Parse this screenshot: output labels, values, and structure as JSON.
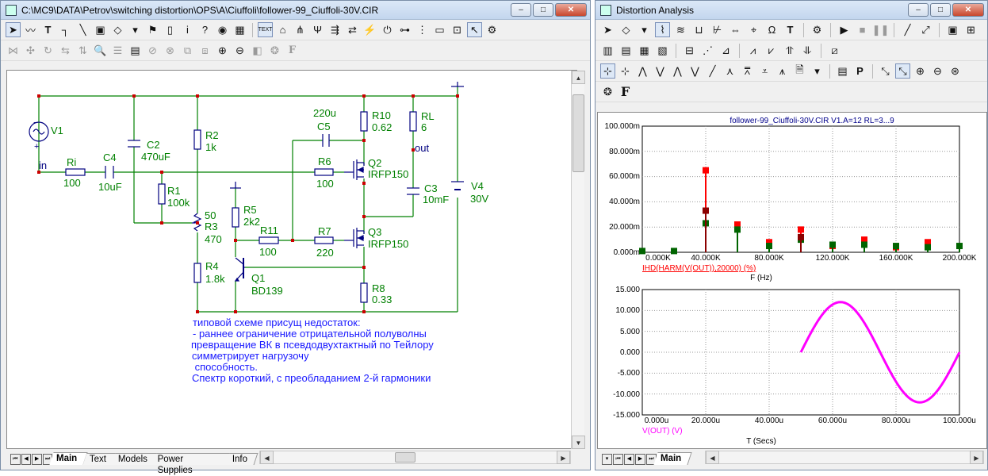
{
  "schematic_window": {
    "title": "C:\\MC9\\DATA\\Petrov\\switching distortion\\OPS\\A\\Ciuffoli\\follower-99_Ciuffoli-30V.CIR",
    "tabs": [
      "Main",
      "Text",
      "Models",
      "Power Supplies",
      "Info"
    ],
    "active_tab": "Main"
  },
  "analysis_window": {
    "title": "Distortion Analysis",
    "tabs": [
      "Main"
    ],
    "active_tab": "Main"
  },
  "window_controls": {
    "minimize": "‒",
    "maximize": "□",
    "close": "✕"
  },
  "schematic": {
    "components": {
      "V1": {
        "name": "V1"
      },
      "Ri": {
        "name": "Ri",
        "value": "100"
      },
      "C4": {
        "name": "C4",
        "value": "10uF"
      },
      "C2": {
        "name": "C2",
        "value": "470uF"
      },
      "R1": {
        "name": "R1",
        "value": "100k"
      },
      "R2": {
        "name": "R2",
        "value": "1k"
      },
      "R3": {
        "name": "R3",
        "value": "470",
        "wiper": "50"
      },
      "R4": {
        "name": "R4",
        "value": "1.8k"
      },
      "R5": {
        "name": "R5",
        "value": "2k2"
      },
      "R6": {
        "name": "R6",
        "value": "100"
      },
      "R7": {
        "name": "R7",
        "value": "220"
      },
      "R11": {
        "name": "R11",
        "value": "100"
      },
      "Q1": {
        "name": "Q1",
        "value": "BD139"
      },
      "C5": {
        "name": "C5",
        "value": "220u"
      },
      "R10": {
        "name": "R10",
        "value": "0.62"
      },
      "Q2": {
        "name": "Q2",
        "value": "IRFP150"
      },
      "Q3": {
        "name": "Q3",
        "value": "IRFP150"
      },
      "R8": {
        "name": "R8",
        "value": "0.33"
      },
      "RL": {
        "name": "RL",
        "value": "6"
      },
      "C3": {
        "name": "C3",
        "value": "10mF"
      },
      "V4": {
        "name": "V4",
        "value": "30V"
      }
    },
    "node_labels": {
      "in": "in",
      "out": "out"
    },
    "polarity": {
      "minus": "−",
      "plus": "+"
    },
    "note_lines": [
      "типовой схеме присущ недостаток:",
      "- раннее ограничение отрицательной полуволны",
      "превращение ВК в псевдодвухтактный по Тейлору",
      "симметрирует нагрузочу",
      " способность.",
      "Спектр короткий, с преобладанием 2-й гармоники"
    ],
    "colors": {
      "wire": "#008000",
      "component": "#000080",
      "label": "#008000",
      "node": "#cc0000",
      "note": "#1a1aff"
    }
  },
  "chart_data": [
    {
      "type": "bar",
      "title": "follower-99_Ciuffoli-30V.CIR V1.A=12 RL=3...9",
      "xlabel": "F (Hz)",
      "series_label": "IHD(HARM(V(OUT)),20000) (%)",
      "xlim": [
        0,
        200000
      ],
      "ylim": [
        0,
        0.1
      ],
      "x_ticks": [
        "0.000K",
        "40.000K",
        "80.000K",
        "120.000K",
        "160.000K",
        "200.000K"
      ],
      "y_ticks": [
        "100.000m",
        "80.000m",
        "60.000m",
        "40.000m",
        "20.000m",
        "0.000m"
      ],
      "grid": true,
      "series": [
        {
          "color": "#ff0000",
          "x": [
            40000,
            60000,
            80000,
            100000,
            120000,
            140000,
            160000,
            180000
          ],
          "values": [
            0.065,
            0.022,
            0.008,
            0.018,
            0.005,
            0.01,
            0.004,
            0.008
          ]
        },
        {
          "color": "#006400",
          "x": [
            0,
            20000,
            40000,
            60000,
            80000,
            100000,
            120000,
            140000,
            160000,
            180000,
            200000
          ],
          "values": [
            0.001,
            0.001,
            0.023,
            0.018,
            0.005,
            0.01,
            0.006,
            0.006,
            0.005,
            0.004,
            0.005
          ]
        },
        {
          "color": "#8b0000",
          "x": [
            40000,
            100000
          ],
          "values": [
            0.033,
            0.012
          ]
        }
      ]
    },
    {
      "type": "line",
      "xlabel": "T (Secs)",
      "series_label": "V(OUT) (V)",
      "xlim": [
        0,
        0.0001
      ],
      "ylim": [
        -15,
        15
      ],
      "x_ticks": [
        "0.000u",
        "20.000u",
        "40.000u",
        "60.000u",
        "80.000u",
        "100.000u"
      ],
      "y_ticks": [
        "15.000",
        "10.000",
        "5.000",
        "0.000",
        "-5.000",
        "-10.000",
        "-15.000"
      ],
      "grid": true,
      "series": [
        {
          "color": "#ff00ff",
          "amplitude": 12,
          "frequency": 20000,
          "t_start": 5e-05,
          "t_end": 0.0001
        }
      ]
    }
  ]
}
